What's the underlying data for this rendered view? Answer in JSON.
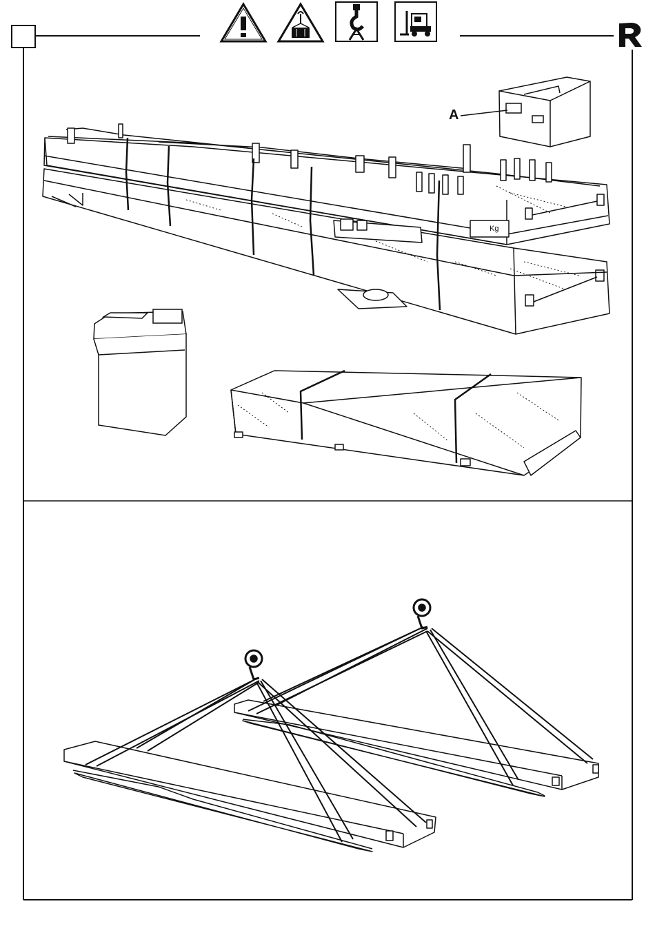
{
  "header": {
    "box_label": "",
    "warning_icons": [
      "warning-triangle-icon",
      "suspended-load-icon",
      "crane-hook-icon",
      "forklift-icon"
    ],
    "brand_logo": "R"
  },
  "top_panel": {
    "callout_label": "A",
    "weight_plate_text": "Kg"
  },
  "colors": {
    "line": "#111111",
    "paper": "#ffffff"
  }
}
